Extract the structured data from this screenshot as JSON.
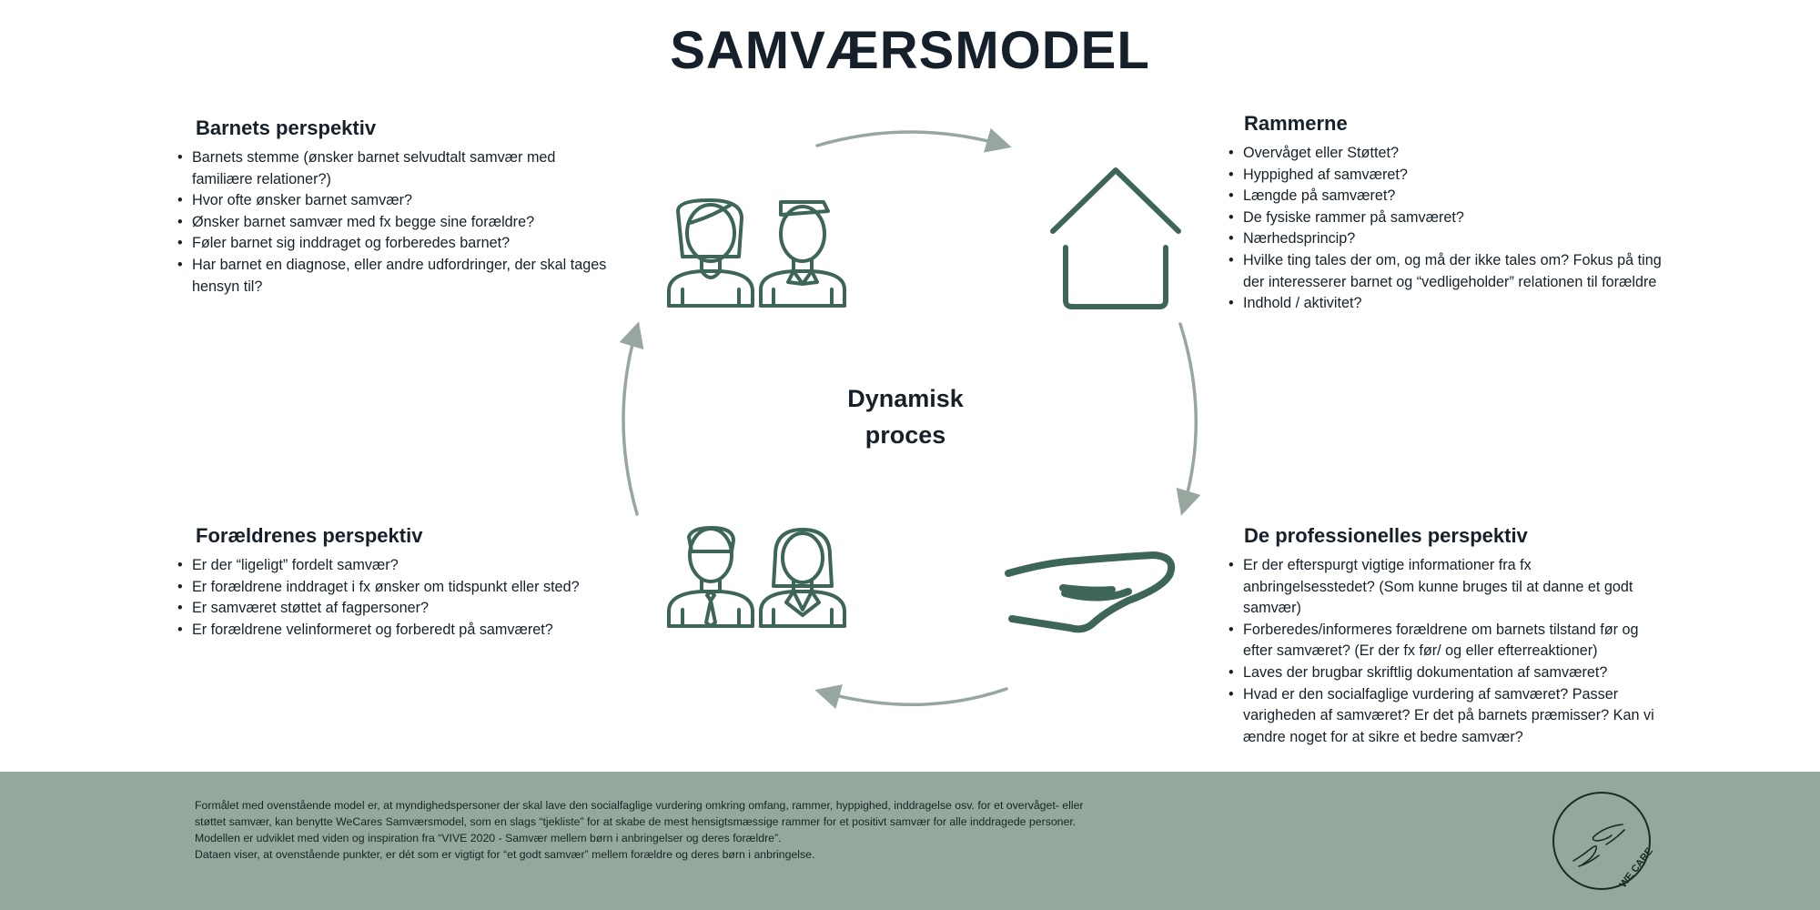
{
  "title": "SAMVÆRSMODEL",
  "center": {
    "line1": "Dynamisk",
    "line2": "proces"
  },
  "panels": {
    "top_left": {
      "heading": "Barnets perspektiv",
      "items": [
        "Barnets stemme (ønsker barnet selvudtalt samvær med familiære relationer?)",
        "Hvor ofte ønsker barnet samvær?",
        "Ønsker barnet samvær med fx begge sine forældre?",
        "Føler barnet sig inddraget og forberedes barnet?",
        "Har barnet en diagnose, eller andre udfordringer, der skal tages hensyn til?"
      ]
    },
    "top_right": {
      "heading": "Rammerne",
      "items": [
        "Overvåget eller Støttet?",
        "Hyppighed af samværet?",
        "Længde på samværet?",
        "De fysiske rammer på samværet?",
        "Nærhedsprincip?",
        "Hvilke ting tales der om, og må der ikke tales om? Fokus på ting der interesserer barnet og “vedligeholder” relationen til forældre",
        "Indhold / aktivitet?"
      ]
    },
    "bottom_left": {
      "heading": "Forældrenes perspektiv",
      "items": [
        "Er der “ligeligt” fordelt samvær?",
        "Er forældrene inddraget i fx ønsker om tidspunkt eller sted?",
        "Er samværet støttet af fagpersoner?",
        "Er forældrene velinformeret og forberedt på samværet?"
      ]
    },
    "bottom_right": {
      "heading": "De professionelles perspektiv",
      "items": [
        "Er der efterspurgt vigtige informationer fra fx anbringelsesstedet? (Som kunne bruges til at danne et godt samvær)",
        "Forberedes/informeres forældrene om barnets tilstand før og efter samværet? (Er der fx før/ og eller efterreaktioner)",
        "Laves der brugbar skriftlig dokumentation af samværet?",
        "Hvad er den socialfaglige vurdering af samværet? Passer varigheden af samværet? Er det på barnets præmisser? Kan vi ændre noget for at sikre et bedre samvær?"
      ]
    }
  },
  "footer": {
    "paragraphs": [
      " Formålet med ovenstående model er, at myndighedspersoner der skal lave den socialfaglige vurdering omkring omfang, rammer, hyppighed, inddragelse osv. for et overvåget- eller støttet samvær, kan benytte WeCares Samværsmodel, som en slags “tjekliste” for at skabe de mest hensigtsmæssige rammer for et positivt samvær for alle inddragede personer.",
      "Modellen er udviklet med viden og inspiration fra “VIVE 2020 - Samvær mellem børn i anbringelser og deres forældre”.",
      "Dataen viser, at ovenstående punkter, er dét som er vigtigt for “et godt samvær” mellem forældre og deres børn i anbringelse."
    ],
    "logo_text": "WE CARE"
  },
  "colors": {
    "icon": "#3e6657",
    "arrow": "#97a79f",
    "footer_bg": "#94a89e",
    "text": "#16202a"
  },
  "icons": [
    "family-children-icon",
    "house-icon",
    "parents-icon",
    "hand-icon",
    "wecare-logo-icon"
  ]
}
